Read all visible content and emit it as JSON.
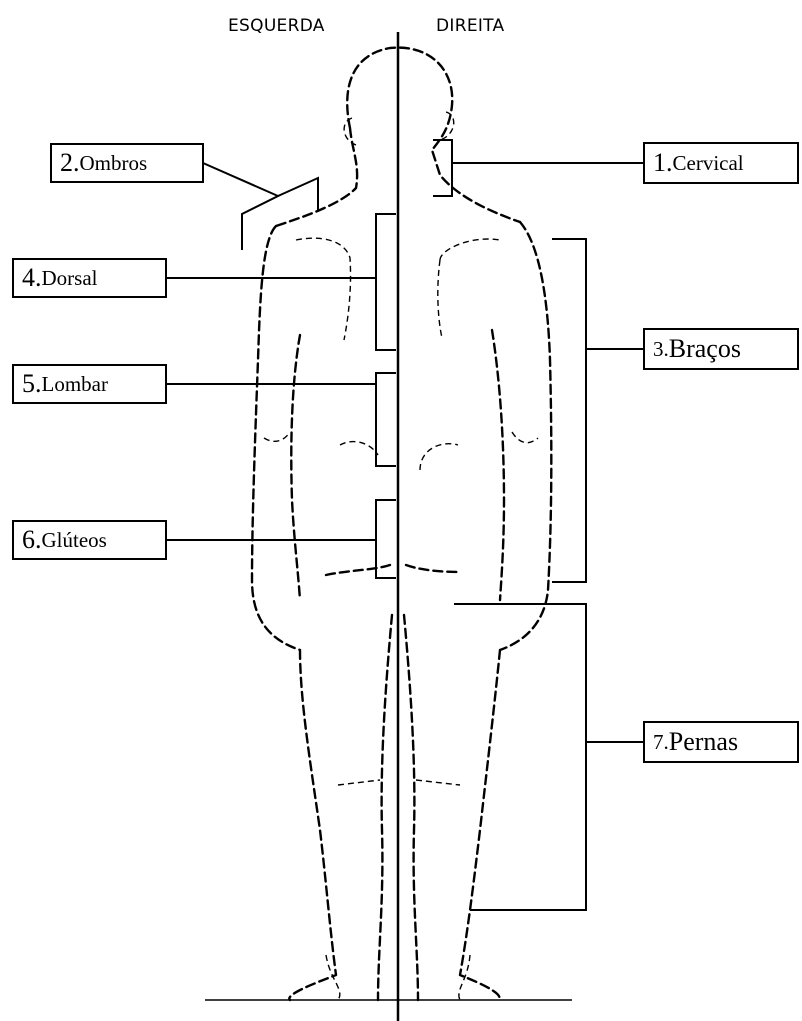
{
  "header": {
    "left_side": "ESQUERDA",
    "right_side": "DIREITA"
  },
  "regions": [
    {
      "id": "cervical",
      "num": "1.",
      "name": "Cervical"
    },
    {
      "id": "ombros",
      "num": "2.",
      "name": "Ombros"
    },
    {
      "id": "bracos",
      "num": "3. ",
      "name": "Braços"
    },
    {
      "id": "dorsal",
      "num": "4.",
      "name": "Dorsal"
    },
    {
      "id": "lombar",
      "num": "5.",
      "name": "Lombar"
    },
    {
      "id": "gluteos",
      "num": "6.",
      "name": "Glúteos"
    },
    {
      "id": "pernas",
      "num": "7. ",
      "name": "Pernas"
    }
  ]
}
